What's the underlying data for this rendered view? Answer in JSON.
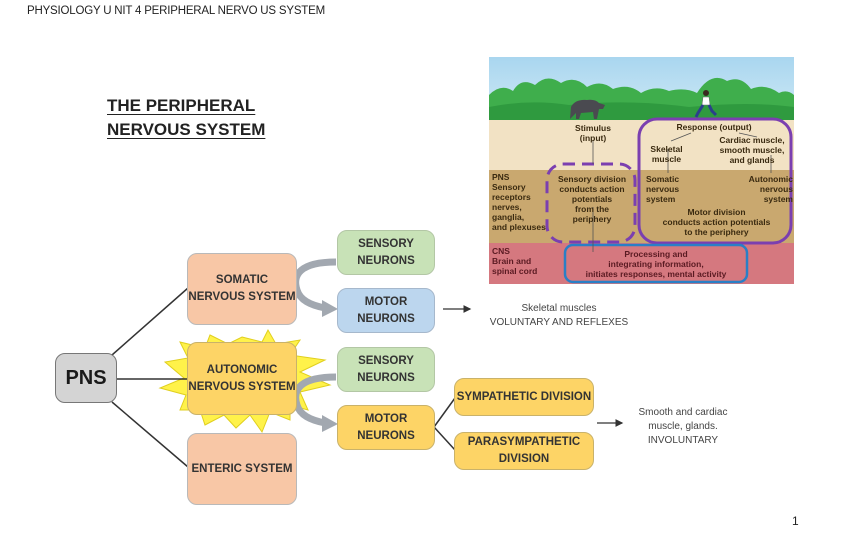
{
  "header": {
    "text": "PHYSIOLOGY U NIT 4 PERIPHERAL NERVO US SYSTEM"
  },
  "title": {
    "line1": "THE PERIPHERAL",
    "line2": "NERVOUS SYSTEM"
  },
  "diagram": {
    "root": {
      "label": "PNS"
    },
    "somatic": {
      "label": "SOMATIC NERVOUS SYSTEM"
    },
    "autonomic": {
      "label": "AUTONOMIC NERVOUS SYSTEM"
    },
    "enteric": {
      "label": "ENTERIC SYSTEM"
    },
    "somatic_sensory": {
      "label": "SENSORY NEURONS"
    },
    "somatic_motor": {
      "label": "MOTOR NEURONS"
    },
    "autonomic_sensory": {
      "label": "SENSORY NEURONS"
    },
    "autonomic_motor": {
      "label": "MOTOR NEURONS"
    },
    "sympathetic": {
      "label": "SYMPATHETIC DIVISION"
    },
    "parasympathetic": {
      "label": "PARASYMPATHETIC DIVISION"
    },
    "somatic_target": {
      "line1": "Skeletal muscles",
      "line2": "VOLUNTARY AND REFLEXES"
    },
    "autonomic_target": {
      "line1": "Smooth and cardiac",
      "line2": "muscle, glands.",
      "line3": "INVOLUNTARY"
    }
  },
  "illustration": {
    "stimulus": [
      "Stimulus",
      "(input)"
    ],
    "response": "Response (output)",
    "skeletal": [
      "Skeletal",
      "muscle"
    ],
    "cardiac": [
      "Cardiac muscle,",
      "smooth muscle,",
      "and glands"
    ],
    "pns_label": [
      "PNS",
      "Sensory",
      "receptors",
      "nerves,",
      "ganglia,",
      "and plexuses"
    ],
    "sensory_division": [
      "Sensory division",
      "conducts action",
      "potentials",
      "from the",
      "periphery"
    ],
    "somatic_ns": [
      "Somatic",
      "nervous",
      "system"
    ],
    "autonomic_ns": [
      "Autonomic",
      "nervous",
      "system"
    ],
    "motor_division": [
      "Motor division",
      "conducts action potentials",
      "to the periphery"
    ],
    "cns_label": [
      "CNS",
      "Brain and",
      "spinal cord"
    ],
    "processing": [
      "Processing and",
      "integrating information,",
      "initiates responses, mental activity"
    ],
    "colors": {
      "purple": "#7b3fb0",
      "blue": "#2a7fc6"
    }
  },
  "page_number": "1"
}
